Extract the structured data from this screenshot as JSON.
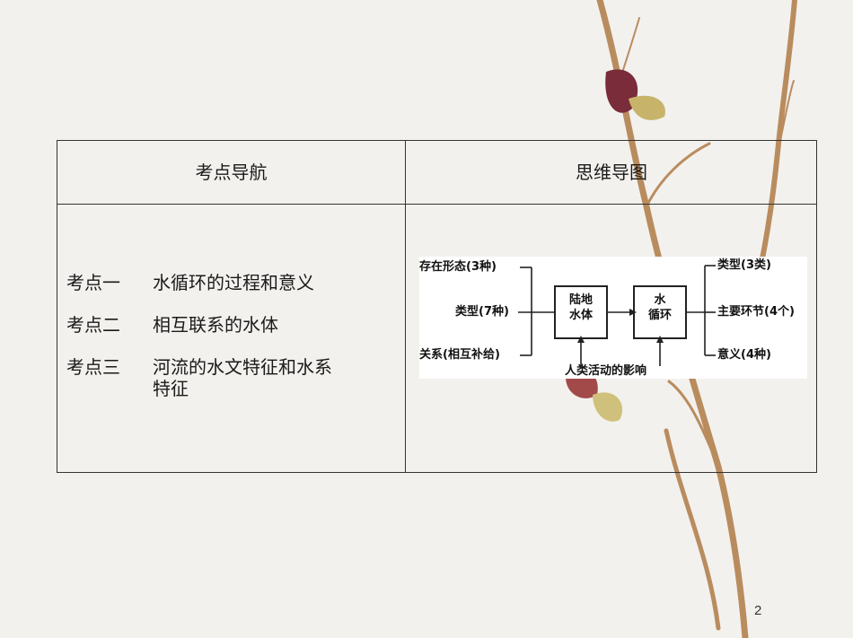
{
  "table": {
    "header_left": "考点导航",
    "header_right": "思维导图",
    "items": [
      {
        "key": "考点一",
        "text": "水循环的过程和意义"
      },
      {
        "key": "考点二",
        "text": "相互联系的水体"
      },
      {
        "key": "考点三",
        "text": "河流的水文特征和水系特征"
      }
    ]
  },
  "mindmap": {
    "left_labels": [
      "存在形态(3种)",
      "类型(7种)",
      "关系(相互补给)"
    ],
    "box_land": [
      "陆地",
      "水体"
    ],
    "box_cycle": [
      "水",
      "循环"
    ],
    "bottom_label": "人类活动的影响",
    "right_labels": [
      "类型(3类)",
      "主要环节(4个)",
      "意义(4种)"
    ]
  },
  "page_number": "2"
}
